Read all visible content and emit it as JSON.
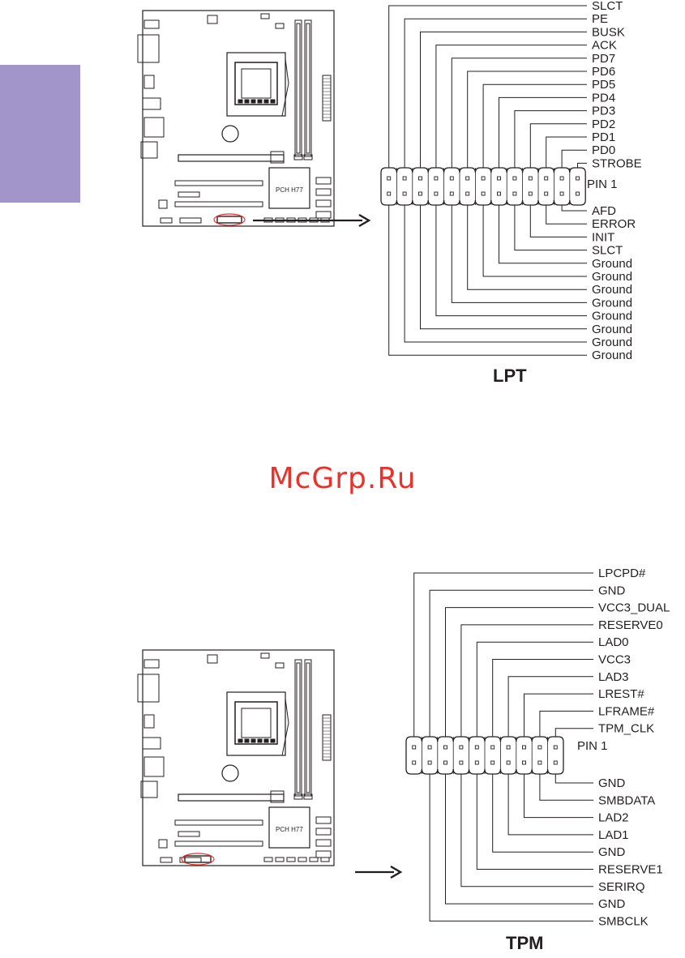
{
  "accent_color": "#a195c9",
  "highlight_color": "#e8322d",
  "watermark": "McGrp.Ru",
  "lpt": {
    "title": "LPT",
    "pin1_label": "PIN 1",
    "chip_label": "PCH H77",
    "top_row": [
      "SLCT",
      "PE",
      "BUSK",
      "ACK",
      "PD7",
      "PD6",
      "PD5",
      "PD4",
      "PD3",
      "PD2",
      "PD1",
      "PD0",
      "STROBE"
    ],
    "bottom_row": [
      "AFD",
      "ERROR",
      "INIT",
      "SLCT",
      "Ground",
      "Ground",
      "Ground",
      "Ground",
      "Ground",
      "Ground",
      "Ground",
      "Ground"
    ]
  },
  "tpm": {
    "title": "TPM",
    "pin1_label": "PIN 1",
    "chip_label": "PCH H77",
    "top_row": [
      "LPCPD#",
      "GND",
      "VCC3_DUAL",
      "RESERVE0",
      "LAD0",
      "VCC3",
      "LAD3",
      "LREST#",
      "LFRAME#",
      "TPM_CLK"
    ],
    "bottom_row": [
      "GND",
      "SMBDATA",
      "LAD2",
      "LAD1",
      "GND",
      "RESERVE1",
      "SERIRQ",
      "GND",
      "SMBCLK"
    ]
  }
}
